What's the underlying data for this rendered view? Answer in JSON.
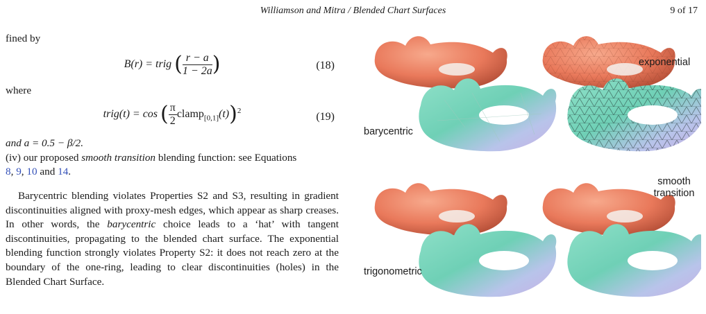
{
  "header": {
    "running_title": "Williamson and Mitra / Blended Chart Surfaces",
    "page_number": "9 of 17"
  },
  "body": {
    "fined_by": "fined by",
    "eq18": {
      "lhs": "B(r) = trig",
      "numer": "r − a",
      "denom": "1 − 2a",
      "number": "(18)"
    },
    "where": "where",
    "eq19": {
      "lhs": "trig(t) = cos",
      "pi": "π",
      "two": "2",
      "clamp": "clamp",
      "sub": "[0,1]",
      "arg": "(t)",
      "sup": "2",
      "number": "(19)"
    },
    "and_a": "and a = 0.5 − β/2.",
    "item4_prefix": "(iv) our proposed ",
    "item4_em": "smooth transition",
    "item4_suffix": " blending function: see Equations",
    "refs": [
      "8",
      "9",
      "10",
      "14"
    ],
    "ref_sep1": ", ",
    "ref_sep2": ", ",
    "ref_and": " and ",
    "ref_end": ".",
    "para_part1": "Barycentric blending violates Properties S2 and S3, resulting in gradient discontinuities aligned with proxy-mesh edges, which appear as sharp creases. In other words, the ",
    "para_em": "barycentric",
    "para_part2": " choice leads to a ‘hat’ with tangent discontinuities, propagating to the blended chart surface. The exponential blending function strongly violates Property S2: it does not reach zero at the boundary of the one-ring, leading to clear discontinuities (holes) in the Blended Chart Surface."
  },
  "figure": {
    "labels": {
      "exponential": "exponential",
      "barycentric": "barycentric",
      "smooth_line1": "smooth",
      "smooth_line2": "transition",
      "trigonometric": "trigonometric"
    },
    "colors": {
      "orange": "#e9795b",
      "teal": "#6fd0b6",
      "lilac": "#c7b0e6"
    }
  }
}
